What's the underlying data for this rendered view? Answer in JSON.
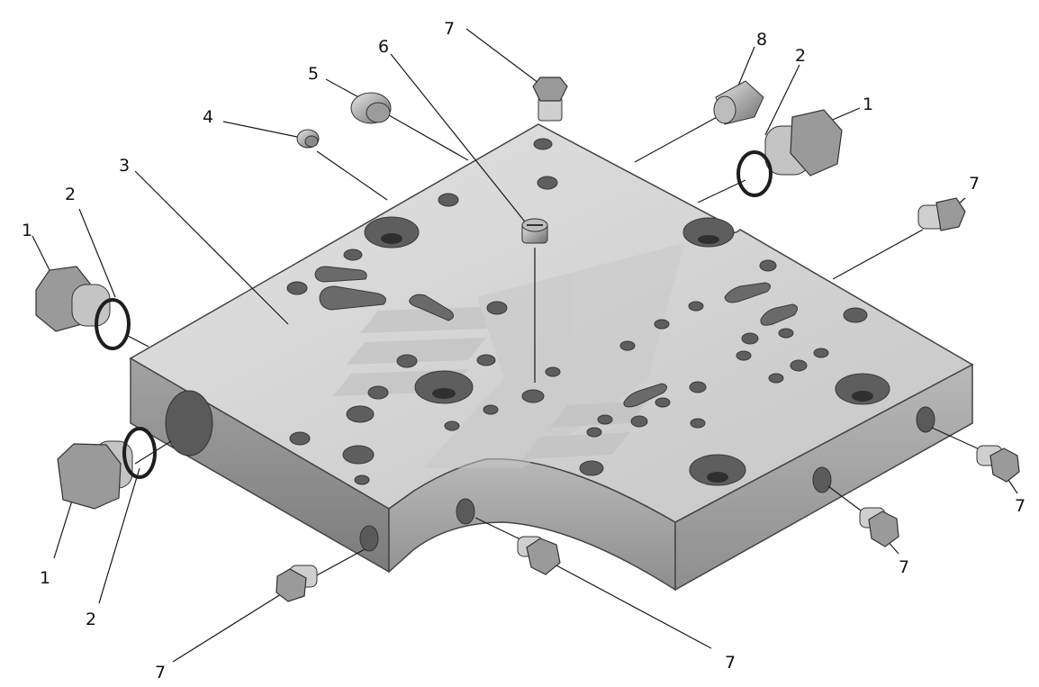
{
  "callouts": [
    {
      "id": "c7a",
      "text": "7"
    },
    {
      "id": "c6",
      "text": "6"
    },
    {
      "id": "c5",
      "text": "5"
    },
    {
      "id": "c4",
      "text": "4"
    },
    {
      "id": "c8",
      "text": "8"
    },
    {
      "id": "c2a",
      "text": "2"
    },
    {
      "id": "c1a",
      "text": "1"
    },
    {
      "id": "c3",
      "text": "3"
    },
    {
      "id": "c2b",
      "text": "2"
    },
    {
      "id": "c1b",
      "text": "1"
    },
    {
      "id": "c7b",
      "text": "7"
    },
    {
      "id": "c7c",
      "text": "7"
    },
    {
      "id": "c7d",
      "text": "7"
    },
    {
      "id": "c1c",
      "text": "1"
    },
    {
      "id": "c2c",
      "text": "2"
    },
    {
      "id": "c7e",
      "text": "7"
    },
    {
      "id": "c7f",
      "text": "7"
    }
  ],
  "colors": {
    "plate_top": "#d2d2d2",
    "plate_front": "#8f8f8f",
    "plate_side": "#a8a8a8",
    "watermark": "#c4c4c4"
  }
}
